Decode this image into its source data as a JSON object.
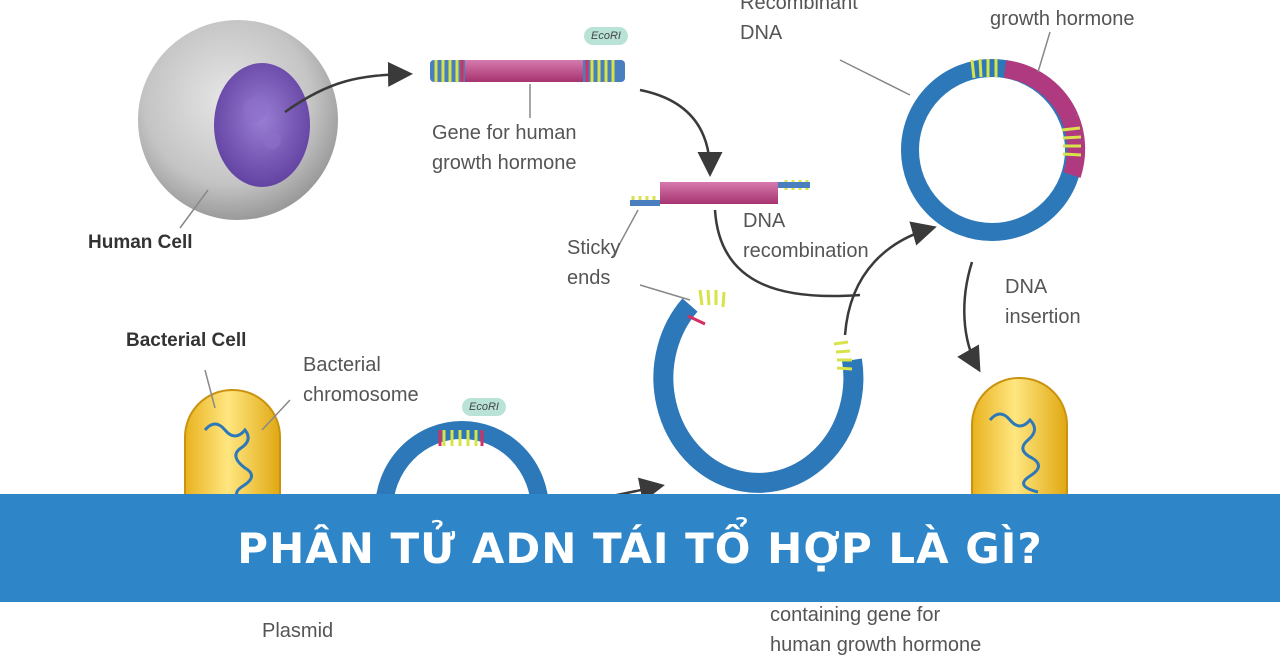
{
  "labels": {
    "recombinant_dna": "Recombinant\nDNA",
    "growth_hormone_top": "growth hormone",
    "enzyme_top": "EcoRI",
    "enzyme_bottom": "EcoRI",
    "gene_for_hgh": "Gene for human\ngrowth hormone",
    "human_cell": "Human Cell",
    "dna_recombination": "DNA\nrecombination",
    "sticky_ends": "Sticky\nends",
    "dna_insertion": "DNA\ninsertion",
    "bacterial_cell": "Bacterial Cell",
    "bacterial_chromosome": "Bacterial\nchromosome",
    "plasmid": "Plasmid",
    "bacterial_cell_containing": "Bacterial cell for\ncontaining gene for\nhuman growth hormone"
  },
  "banner": {
    "title": "PHÂN TỬ ADN TÁI TỔ HỢP LÀ GÌ?"
  },
  "colors": {
    "banner": "#2e86c8",
    "dna_strand": "#3a8cc6",
    "gene": "#c0508e",
    "nucleus": "#7b5cb8",
    "bacterium": "#f2c43c"
  }
}
